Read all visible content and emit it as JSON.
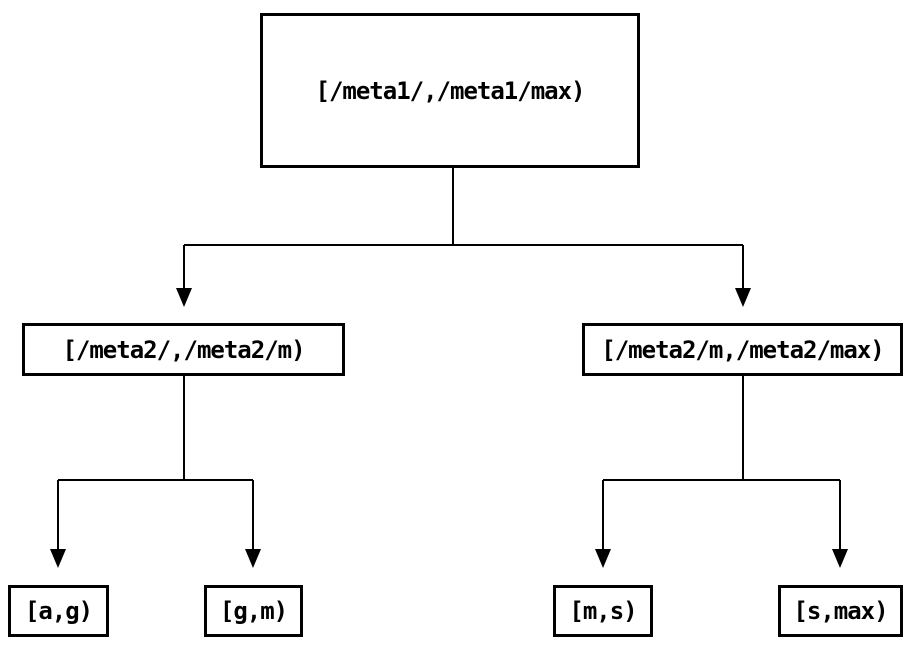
{
  "nodes": {
    "root": {
      "label": "[/meta1/,/meta1/max)"
    },
    "left": {
      "label": "[/meta2/,/meta2/m)"
    },
    "right": {
      "label": "[/meta2/m,/meta2/max)"
    },
    "leaf_ag": {
      "label": "[a,g)"
    },
    "leaf_gm": {
      "label": "[g,m)"
    },
    "leaf_ms": {
      "label": "[m,s)"
    },
    "leaf_smax": {
      "label": "[s,max)"
    }
  },
  "colors": {
    "background": "#ffffff",
    "line": "#000000",
    "box_border": "#000000",
    "text": "#000000"
  }
}
